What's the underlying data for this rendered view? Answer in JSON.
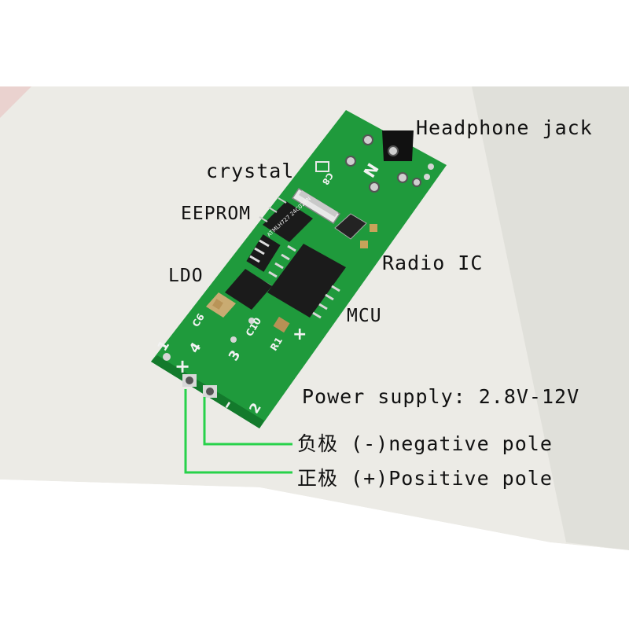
{
  "photo": {
    "background": "#ffffff",
    "surface_color": "#ecebe6",
    "board_color": "#1f9a3c",
    "chip_color": "#1b1b1b",
    "wire_color": "#27d24a"
  },
  "silkscreen": {
    "pin1": "1",
    "pin4": "4",
    "pin3": "3",
    "pin2": "2",
    "plus": "+",
    "plus_edge": "+",
    "minus_edge": "–",
    "c6": "C6",
    "c10": "C10",
    "r1": "R1",
    "c8": "C8",
    "eeprom_marking": "ATMLH727 24C02BN",
    "jack_marking": "N"
  },
  "labels": {
    "headphone_jack": "Headphone jack",
    "crystal": "crystal",
    "eeprom": "EEPROM",
    "ldo": "LDO",
    "radio_ic": "Radio IC",
    "mcu": "MCU",
    "power_supply": "Power supply: 2.8V-12V",
    "negative_pole": "负极 (-)negative pole",
    "positive_pole": "正极 (+)Positive pole"
  }
}
